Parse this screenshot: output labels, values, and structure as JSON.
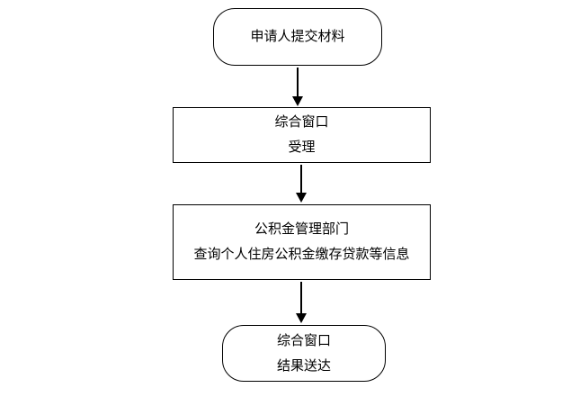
{
  "flowchart": {
    "title": "",
    "colors": {
      "border": "#000000",
      "background": "#ffffff",
      "text": "#000000"
    },
    "nodes": [
      {
        "id": "start",
        "type": "terminator",
        "lines": [
          "申请人提交材料"
        ]
      },
      {
        "id": "accept",
        "type": "process",
        "lines": [
          "综合窗口",
          "受理"
        ]
      },
      {
        "id": "query",
        "type": "process",
        "lines": [
          "公积金管理部门",
          "查询个人住房公积金缴存贷款等信息"
        ]
      },
      {
        "id": "end",
        "type": "terminator",
        "lines": [
          "综合窗口",
          "结果送达"
        ]
      }
    ],
    "edges": [
      {
        "from": "start",
        "to": "accept",
        "direction": "down"
      },
      {
        "from": "accept",
        "to": "query",
        "direction": "down"
      },
      {
        "from": "query",
        "to": "end",
        "direction": "down"
      }
    ]
  }
}
